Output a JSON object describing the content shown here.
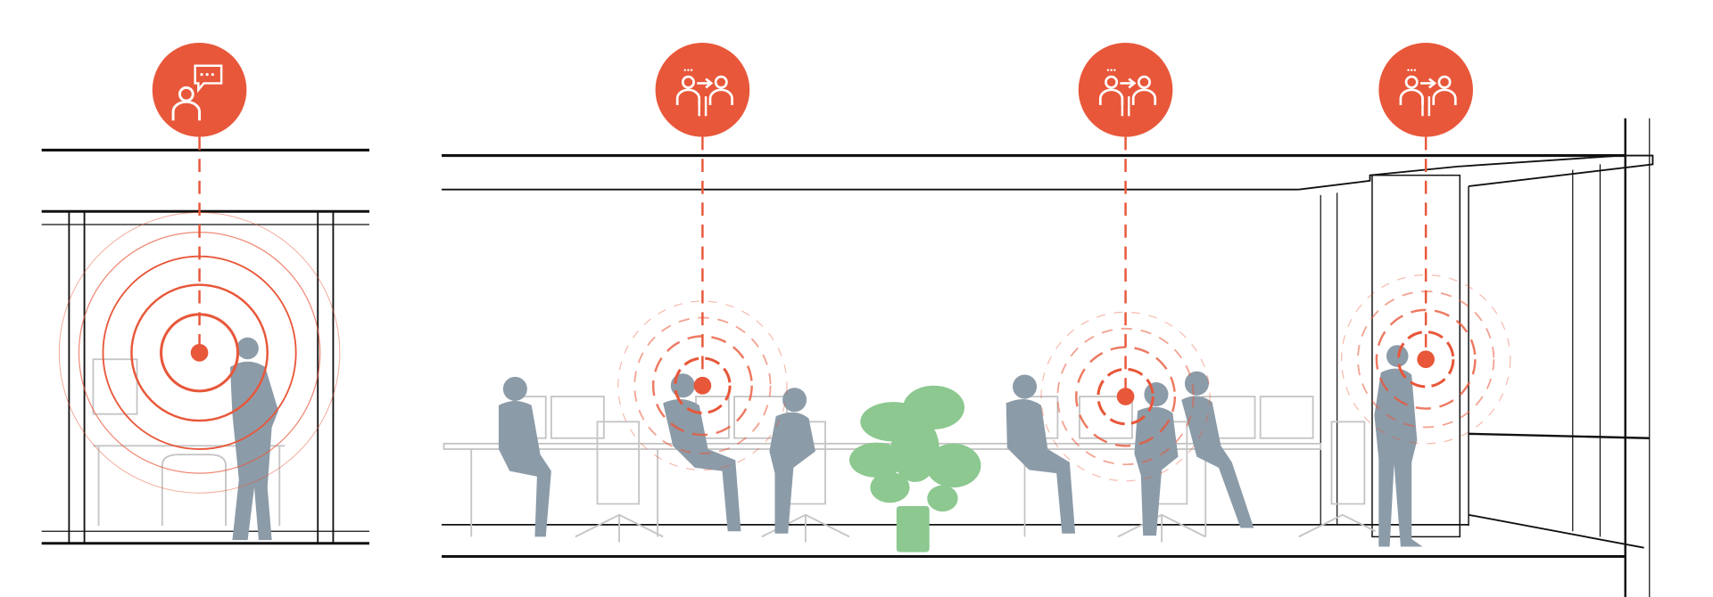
{
  "colors": {
    "accent": "#e8573a",
    "accent_light": "#f2a48f",
    "silhouette": "#8c9ba8",
    "plant": "#8cc88f",
    "line": "#111111",
    "furniture": "#c8c8c8"
  },
  "zones": [
    {
      "id": "focus-booth",
      "icon": "person-speech-bubble-icon",
      "signal": "solid-rings"
    },
    {
      "id": "desk-cluster-1",
      "icon": "people-exchange-icon",
      "signal": "dashed-rings"
    },
    {
      "id": "desk-cluster-2",
      "icon": "people-exchange-icon",
      "signal": "dashed-rings"
    },
    {
      "id": "window-area",
      "icon": "people-exchange-icon",
      "signal": "dashed-rings"
    }
  ]
}
